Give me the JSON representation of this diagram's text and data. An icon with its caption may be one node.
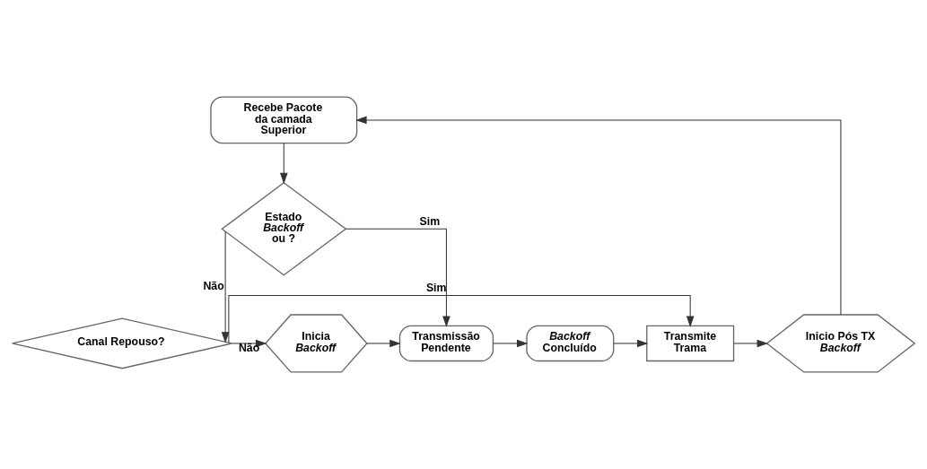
{
  "diagram": {
    "nodes": [
      {
        "text": [
          "Recebe Pacote da camada Superior"
        ]
      },
      {
        "text": [
          "Estado *Backoff* ou ?"
        ]
      },
      {
        "text": [
          "Canal Repouso?"
        ]
      },
      {
        "text": [
          "Inicia *Backoff*"
        ]
      },
      {
        "text": [
          "Transmissão Pendente"
        ]
      },
      {
        "text": [
          "*Backoff* Concluído"
        ]
      },
      {
        "text": [
          "Transmite Trama"
        ]
      },
      {
        "text": [
          "Inicio Pós TX *Backoff*"
        ]
      }
    ],
    "edges": [
      {
        "from": 0,
        "to": 1,
        "arrow": "to"
      },
      {
        "from": 1,
        "to": 2,
        "arrow": "to",
        "label": "Não"
      },
      {
        "from": 1,
        "to": 4,
        "arrow": "to",
        "label": "Sim"
      },
      {
        "from": 2,
        "to": 3,
        "arrow": "to",
        "label": "Não"
      },
      {
        "from": 3,
        "to": 4,
        "arrow": "to"
      },
      {
        "from": 4,
        "to": 5,
        "arrow": "to"
      },
      {
        "from": 5,
        "to": 6,
        "arrow": "to"
      },
      {
        "from": 2,
        "to": 6,
        "arrow": "to",
        "label": "Sim"
      },
      {
        "from": 6,
        "to": 7,
        "arrow": "to"
      },
      {
        "from": 7,
        "to": 0,
        "arrow": "to"
      }
    ]
  }
}
